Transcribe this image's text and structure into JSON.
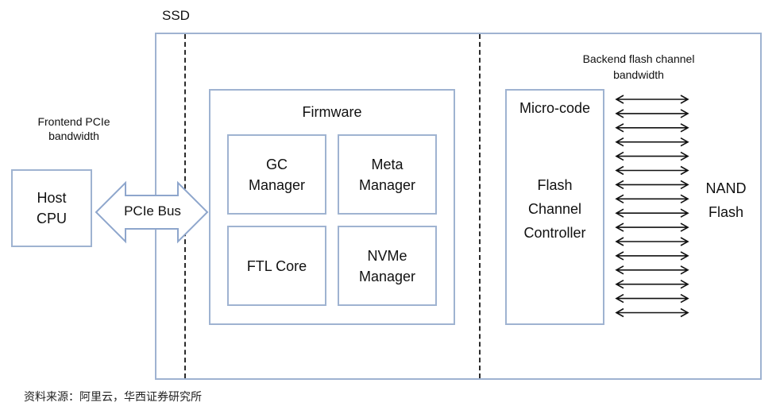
{
  "labels": {
    "ssd": "SSD",
    "frontend": "Frontend PCIe\nbandwidth",
    "backend": "Backend flash channel\nbandwidth",
    "source": "资料来源：阿里云，华西证券研究所"
  },
  "host": {
    "label": "Host\nCPU"
  },
  "bus": {
    "label": "PCIe Bus"
  },
  "firmware": {
    "title": "Firmware",
    "modules": {
      "gc": "GC\nManager",
      "meta": "Meta\nManager",
      "ftl": "FTL Core",
      "nvme": "NVMe\nManager"
    }
  },
  "controller": {
    "microcode": "Micro-code",
    "label": "Flash\nChannel\nController"
  },
  "flash_channels": {
    "count": 16
  },
  "nand": {
    "label": "NAND\nFlash"
  },
  "colors": {
    "box_border": "#9fb3d1",
    "arrow_outline": "#8ea6cc",
    "dashed_line": "#2b2b2b",
    "channel_arrow": "#111111"
  }
}
